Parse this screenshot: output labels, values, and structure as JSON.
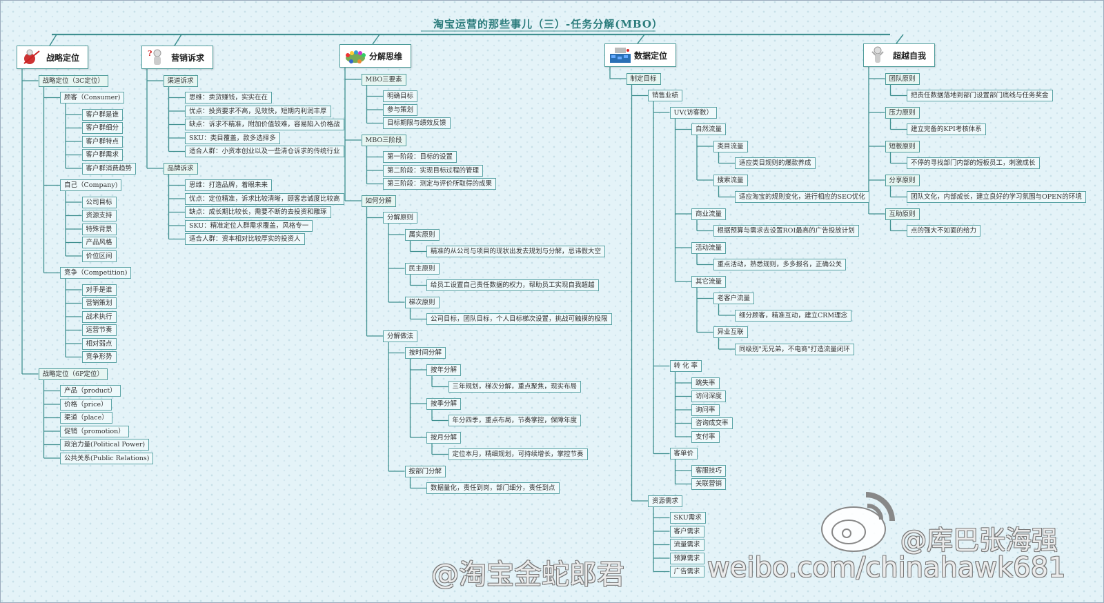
{
  "title": "淘宝运营的那些事儿（三）-任务分解(MBO）",
  "colors": {
    "line": "#3e8f8f",
    "node_border": "#5aa3a5",
    "title": "#2a7b7b",
    "background": "#e4f3f8"
  },
  "watermarks": {
    "left": "@淘宝金蛇郎君",
    "url": "weibo.com/chinahawk681",
    "author": "@库巴张海强"
  },
  "columns": [
    {
      "title": "战略定位",
      "icon": "target-figure-icon",
      "children": [
        {
          "label": "战略定位（3C定位）",
          "children": [
            {
              "label": "顾客（Consumer)",
              "children": [
                {
                  "label": "客户群是谁"
                },
                {
                  "label": "客户群细分"
                },
                {
                  "label": "客户群特点"
                },
                {
                  "label": "客户群需求"
                },
                {
                  "label": "客户群消费趋势"
                }
              ]
            },
            {
              "label": "自己（Company)",
              "children": [
                {
                  "label": "公司目标"
                },
                {
                  "label": "资源支持"
                },
                {
                  "label": "特殊背景"
                },
                {
                  "label": "产品风格"
                },
                {
                  "label": "价位区间"
                }
              ]
            },
            {
              "label": "竞争（Competition)",
              "children": [
                {
                  "label": "对手是谁"
                },
                {
                  "label": "营销策划"
                },
                {
                  "label": "战术执行"
                },
                {
                  "label": "运营节奏"
                },
                {
                  "label": "相对弱点"
                },
                {
                  "label": "竞争形势"
                }
              ]
            }
          ]
        },
        {
          "label": "战略定位（6P定位）",
          "children": [
            {
              "label": "产品（product）"
            },
            {
              "label": "价格（price）"
            },
            {
              "label": "渠道（place）"
            },
            {
              "label": "促销（promotion）"
            },
            {
              "label": "政治力量(Political Power)"
            },
            {
              "label": "公共关系(Public Relations)"
            }
          ]
        }
      ]
    },
    {
      "title": "营销诉求",
      "icon": "question-figure-icon",
      "children": [
        {
          "label": "渠道诉求",
          "children": [
            {
              "label": "思维：卖货赚钱，实实在在"
            },
            {
              "label": "优点：投资要求不高，见效快，短期内利润丰厚"
            },
            {
              "label": "缺点：诉求不精准，附加价值较难，容易陷入价格战"
            },
            {
              "label": "SKU：类目覆盖，款多选择多"
            },
            {
              "label": "适合人群：小资本创业以及一些清仓诉求的传统行业"
            }
          ]
        },
        {
          "label": "品牌诉求",
          "children": [
            {
              "label": "思维：打造品牌，着眼未来"
            },
            {
              "label": "优点：定位精准，诉求比较清晰，顾客忠诚度比较高"
            },
            {
              "label": "缺点：成长期比较长，需要不断的去投资和雕琢"
            },
            {
              "label": "SKU：精准定位人群需求覆盖，风格专一"
            },
            {
              "label": "适合人群：资本相对比较厚实的投资人"
            }
          ]
        }
      ]
    },
    {
      "title": "分解思维",
      "icon": "team-circle-icon",
      "children": [
        {
          "label": "MBO三要素",
          "children": [
            {
              "label": "明确目标"
            },
            {
              "label": "参与策划"
            },
            {
              "label": "目标期限与绩效反馈"
            }
          ]
        },
        {
          "label": "MBO三阶段",
          "children": [
            {
              "label": "第一阶段：目标的设置"
            },
            {
              "label": "第二阶段：实现目标过程的管理"
            },
            {
              "label": "第三阶段：测定与评价所取得的成果"
            }
          ]
        },
        {
          "label": "如何分解",
          "children": [
            {
              "label": "分解原则",
              "children": [
                {
                  "label": "属实原则",
                  "children": [
                    {
                      "label": "精准的从公司与项目的现状出发去规划与分解，忌讳假大空"
                    }
                  ]
                },
                {
                  "label": "民主原则",
                  "children": [
                    {
                      "label": "给员工设置自己责任数据的权力，帮助员工实现自我超越"
                    }
                  ]
                },
                {
                  "label": "梯次原则",
                  "children": [
                    {
                      "label": "公司目标，团队目标，个人目标梯次设置，挑战可触摸的极限"
                    }
                  ]
                }
              ]
            },
            {
              "label": "分解做法",
              "children": [
                {
                  "label": "按时间分解",
                  "children": [
                    {
                      "label": "按年分解",
                      "children": [
                        {
                          "label": "三年规划，梯次分解，重点聚焦，现实布局"
                        }
                      ]
                    },
                    {
                      "label": "按季分解",
                      "children": [
                        {
                          "label": "年分四季，重点布局，节奏掌控，保障年度"
                        }
                      ]
                    },
                    {
                      "label": "按月分解",
                      "children": [
                        {
                          "label": "定位本月，精细规划，可持续增长，掌控节奏"
                        }
                      ]
                    }
                  ]
                },
                {
                  "label": "按部门分解",
                  "children": [
                    {
                      "label": "数据量化，责任到岗，部门细分，责任到点"
                    }
                  ]
                }
              ]
            }
          ]
        }
      ]
    },
    {
      "title": "数据定位",
      "icon": "data-blocks-icon",
      "children": [
        {
          "label": "制定目标",
          "children": [
            {
              "label": "销售业绩",
              "children": [
                {
                  "label": "UV(访客数）",
                  "children": [
                    {
                      "label": "自然流量",
                      "children": [
                        {
                          "label": "类目流量",
                          "children": [
                            {
                              "label": "适应类目规则的爆款养成"
                            }
                          ]
                        },
                        {
                          "label": "搜索流量",
                          "children": [
                            {
                              "label": "适应淘宝的规则变化，进行相应的SEO优化"
                            }
                          ]
                        }
                      ]
                    },
                    {
                      "label": "商业流量",
                      "children": [
                        {
                          "label": "根据预算与需求去设置ROI最高的广告投放计划"
                        }
                      ]
                    },
                    {
                      "label": "活动流量",
                      "children": [
                        {
                          "label": "重点活动，熟悉规则，多多报名，正确公关"
                        }
                      ]
                    },
                    {
                      "label": "其它流量",
                      "children": [
                        {
                          "label": "老客户流量",
                          "children": [
                            {
                              "label": "细分顾客，精准互动，建立CRM理念"
                            }
                          ]
                        },
                        {
                          "label": "异业互联",
                          "children": [
                            {
                              "label": "同级别\"无兄弟，不电商\"打造流量闭环"
                            }
                          ]
                        }
                      ]
                    }
                  ]
                },
                {
                  "label": "转 化 率",
                  "children": [
                    {
                      "label": "跳失率"
                    },
                    {
                      "label": "访问深度"
                    },
                    {
                      "label": "询问率"
                    },
                    {
                      "label": "咨询成交率"
                    },
                    {
                      "label": "支付率"
                    }
                  ]
                },
                {
                  "label": "客单价",
                  "children": [
                    {
                      "label": "客服技巧"
                    },
                    {
                      "label": "关联营销"
                    }
                  ]
                }
              ]
            },
            {
              "label": "资源需求",
              "children": [
                {
                  "label": "SKU需求"
                },
                {
                  "label": "客户需求"
                },
                {
                  "label": "流量需求"
                },
                {
                  "label": "预算需求"
                },
                {
                  "label": "广告需求"
                }
              ]
            }
          ]
        }
      ]
    },
    {
      "title": "超越自我",
      "icon": "figure-icon",
      "children": [
        {
          "label": "团队原则",
          "children": [
            {
              "label": "把责任数据落地到部门设置部门底线与任务奖金"
            }
          ]
        },
        {
          "label": "压力原则",
          "children": [
            {
              "label": "建立完备的KPI考核体系"
            }
          ]
        },
        {
          "label": "短板原则",
          "children": [
            {
              "label": "不停的寻找部门内部的短板员工，刺激成长"
            }
          ]
        },
        {
          "label": "分享原则",
          "children": [
            {
              "label": "团队文化，内部成长，建立良好的学习氛围与OPEN的环境"
            }
          ]
        },
        {
          "label": "互助原则",
          "children": [
            {
              "label": "点的强大不如面的给力"
            }
          ]
        }
      ]
    }
  ]
}
